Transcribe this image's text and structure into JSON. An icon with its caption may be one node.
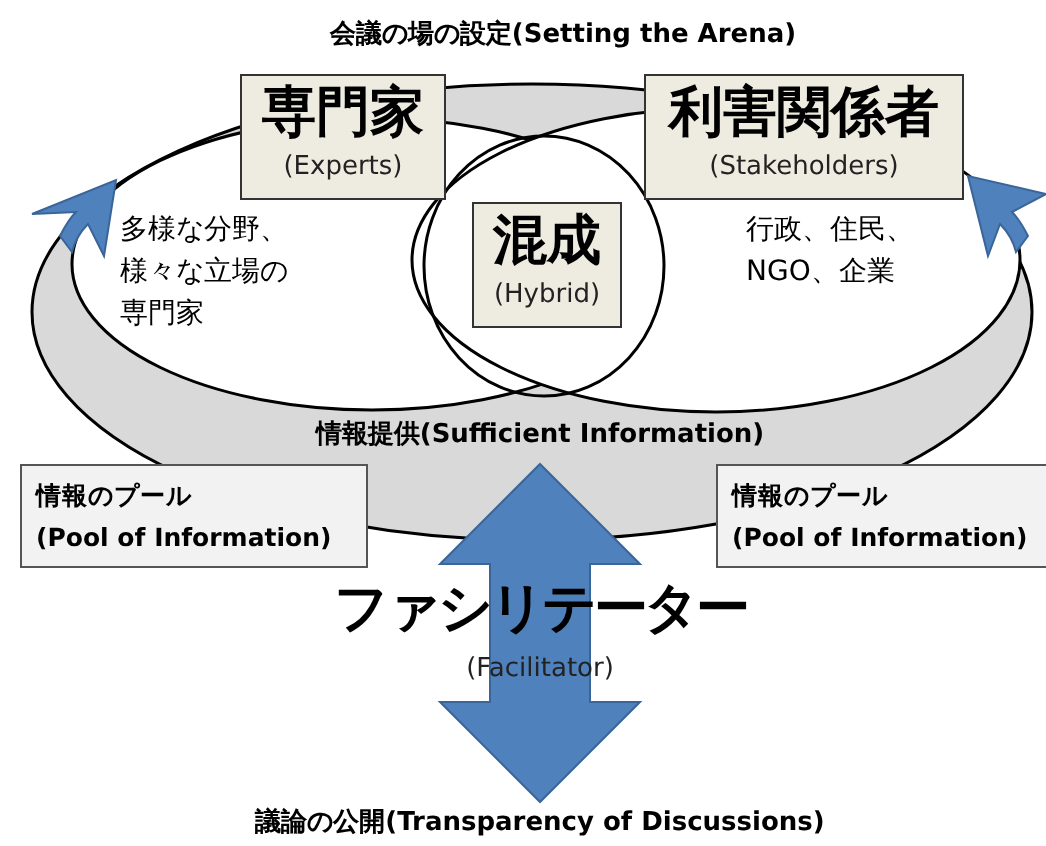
{
  "diagram": {
    "title": "会議の場の設定(Setting the Arena)",
    "nodes": [
      {
        "text": [
          "専門家",
          "(Experts)"
        ],
        "beside": [
          "多様な分野、様々な立場の専門家"
        ]
      },
      {
        "text": [
          "利害関係者",
          "(Stakeholders)"
        ],
        "beside": [
          "行政、住民、NGO、企業"
        ]
      },
      {
        "text": [
          "混成",
          "(Hybrid)"
        ]
      },
      {
        "text": [
          "情報のプール",
          "(Pool of Information)"
        ]
      },
      {
        "text": [
          "情報のプール",
          "(Pool of Information)"
        ]
      },
      {
        "text": [
          "情報提供(Sufficient Information)"
        ]
      },
      {
        "text": [
          "議論の公開(Transparency of Discussions)"
        ]
      }
    ],
    "edges": [
      {
        "from": 5,
        "to": 6,
        "arrow": "both"
      }
    ],
    "labels": [
      "ファシリテーター",
      "(Facilitator)"
    ]
  }
}
